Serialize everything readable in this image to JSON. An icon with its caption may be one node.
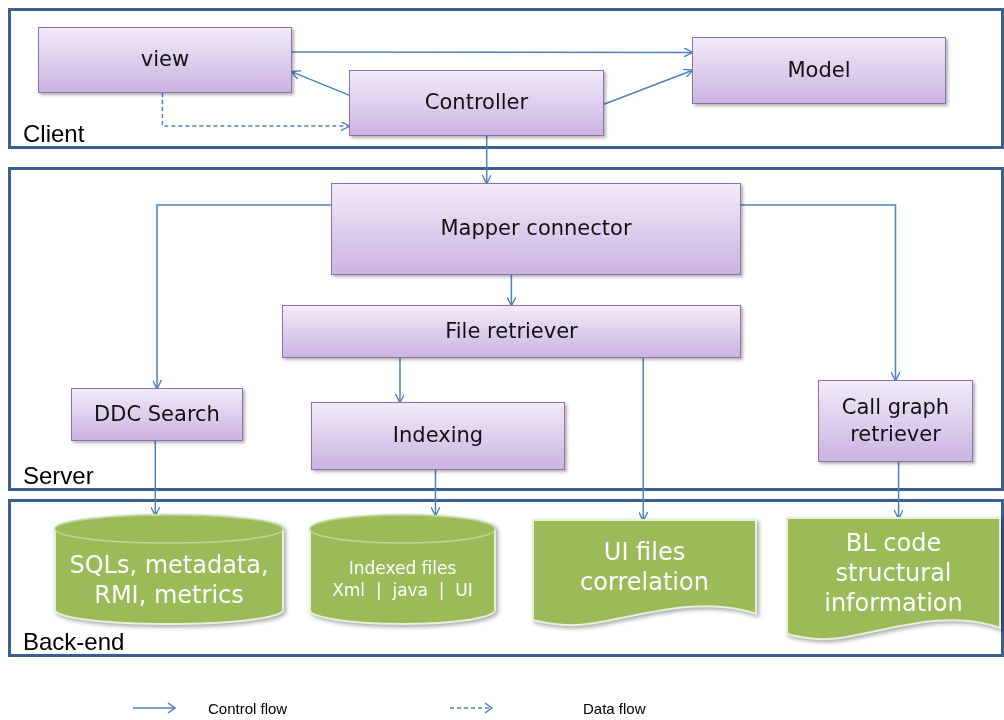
{
  "diagram": {
    "nodes": [
      {
        "text": [
          "Client"
        ]
      },
      {
        "text": [
          "view"
        ],
        "in": 0
      },
      {
        "text": [
          "Controller"
        ],
        "in": 0
      },
      {
        "text": [
          "Model"
        ],
        "in": 0
      },
      {
        "text": [
          "Server"
        ]
      },
      {
        "text": [
          "Mapper connector"
        ],
        "in": 4
      },
      {
        "text": [
          "File retriever"
        ],
        "in": 4
      },
      {
        "text": [
          "DDC Search"
        ],
        "in": 4
      },
      {
        "text": [
          "Indexing"
        ],
        "in": 4
      },
      {
        "text": [
          "Call graph retriever"
        ],
        "in": 4
      },
      {
        "text": [
          "Back-end"
        ]
      },
      {
        "text": [
          "SQLs, metadata, RMI, metrics"
        ],
        "in": 10
      },
      {
        "text": [
          "Indexed files",
          "Xml  |  java  |  UI"
        ],
        "in": 10
      },
      {
        "text": [
          "UI files correlation"
        ],
        "in": 10
      },
      {
        "text": [
          "BL code structural information"
        ],
        "in": 10
      }
    ],
    "edges": [
      {
        "from": 1,
        "to": 3,
        "arrow": "to"
      },
      {
        "from": 2,
        "to": 1,
        "arrow": "to"
      },
      {
        "from": 2,
        "to": 3,
        "arrow": "to"
      },
      {
        "from": 1,
        "to": 2,
        "arrow": "to",
        "style": "dashed"
      },
      {
        "from": 2,
        "to": 5,
        "arrow": "to"
      },
      {
        "from": 5,
        "to": 7,
        "arrow": "to"
      },
      {
        "from": 5,
        "to": 6,
        "arrow": "to"
      },
      {
        "from": 5,
        "to": 9,
        "arrow": "to"
      },
      {
        "from": 6,
        "to": 8,
        "arrow": "to"
      },
      {
        "from": 6,
        "to": 13,
        "arrow": "to"
      },
      {
        "from": 7,
        "to": 11,
        "arrow": "to"
      },
      {
        "from": 8,
        "to": 12,
        "arrow": "to"
      },
      {
        "from": 9,
        "to": 14,
        "arrow": "to"
      }
    ],
    "legend": [
      {
        "text": "Control flow"
      },
      {
        "text": "Data flow"
      }
    ]
  }
}
